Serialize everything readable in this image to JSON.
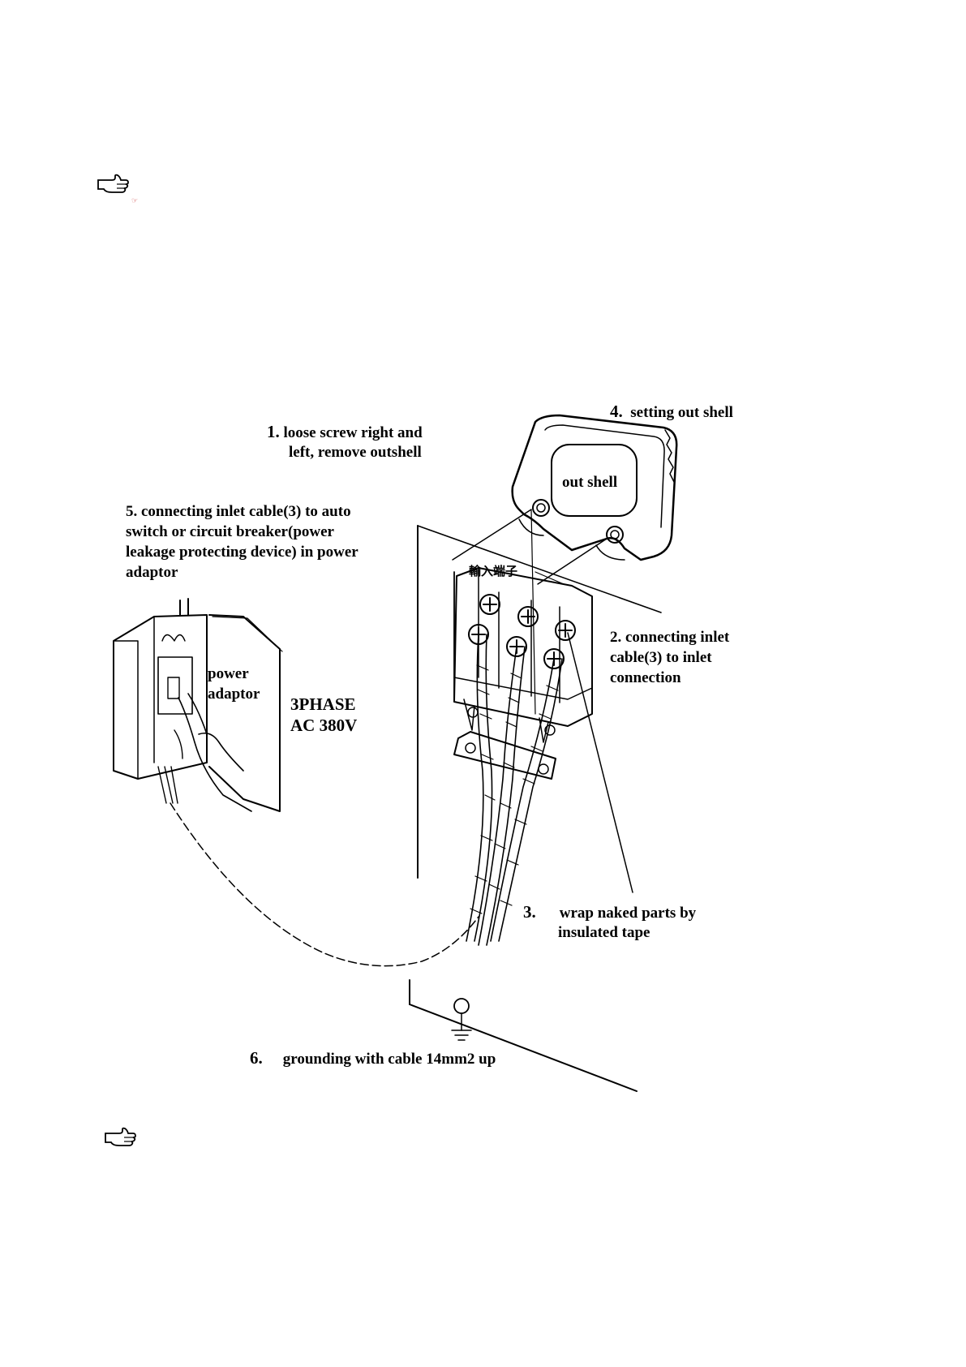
{
  "icons": {
    "top_hand": "pointing-hand-icon",
    "bottom_hand": "pointing-hand-icon"
  },
  "labels": {
    "step1_num": "1.",
    "step1_line1": "loose screw right and",
    "step1_line2": "left, remove outshell",
    "step4_num": "4.",
    "step4_text": "setting out shell",
    "out_shell": "out shell",
    "step5_line1": "5. connecting inlet cable(3) to auto",
    "step5_line2": "switch or circuit breaker(power",
    "step5_line3": "leakage protecting device) in power",
    "step5_line4": "adaptor",
    "input_terminal": "輸入端子",
    "step2_line1": "2. connecting inlet",
    "step2_line2": "cable(3) to inlet",
    "step2_line3": "connection",
    "power_adaptor_line1": "power",
    "power_adaptor_line2": "adaptor",
    "phase_line1": "3PHASE",
    "phase_line2": "AC 380V",
    "step3_num": "3.",
    "step3_line1": "wrap naked parts by",
    "step3_line2": "insulated tape",
    "step6_num": "6.",
    "step6_text": "grounding with cable 14mm2 up"
  }
}
